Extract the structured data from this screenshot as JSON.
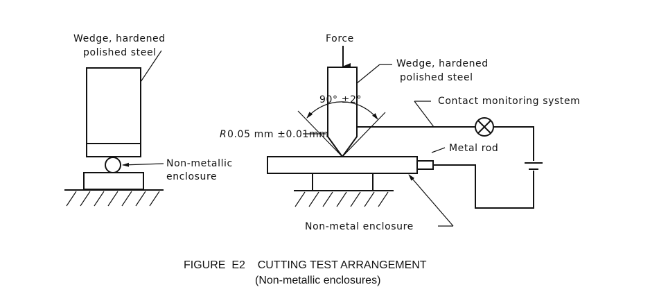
{
  "figure": {
    "title": "FIGURE  E2    CUTTING TEST ARRANGEMENT",
    "subtitle": "(Non-metallic enclosures)"
  },
  "left_view": {
    "wedge_label_line1": "Wedge, hardened",
    "wedge_label_line2": "polished steel",
    "enclosure_label_line1": "Non-metallic",
    "enclosure_label_line2": "enclosure"
  },
  "right_view": {
    "force_label": "Force",
    "wedge_label_line1": "Wedge, hardened",
    "wedge_label_line2": "polished steel",
    "angle_label": "90° ±2°",
    "radius_label_R": "R",
    "radius_label_value": "0.05 mm ±0.01mm",
    "contact_label": "Contact monitoring system",
    "rod_label": "Metal rod",
    "enclosure_label": "Non-metal enclosure"
  }
}
